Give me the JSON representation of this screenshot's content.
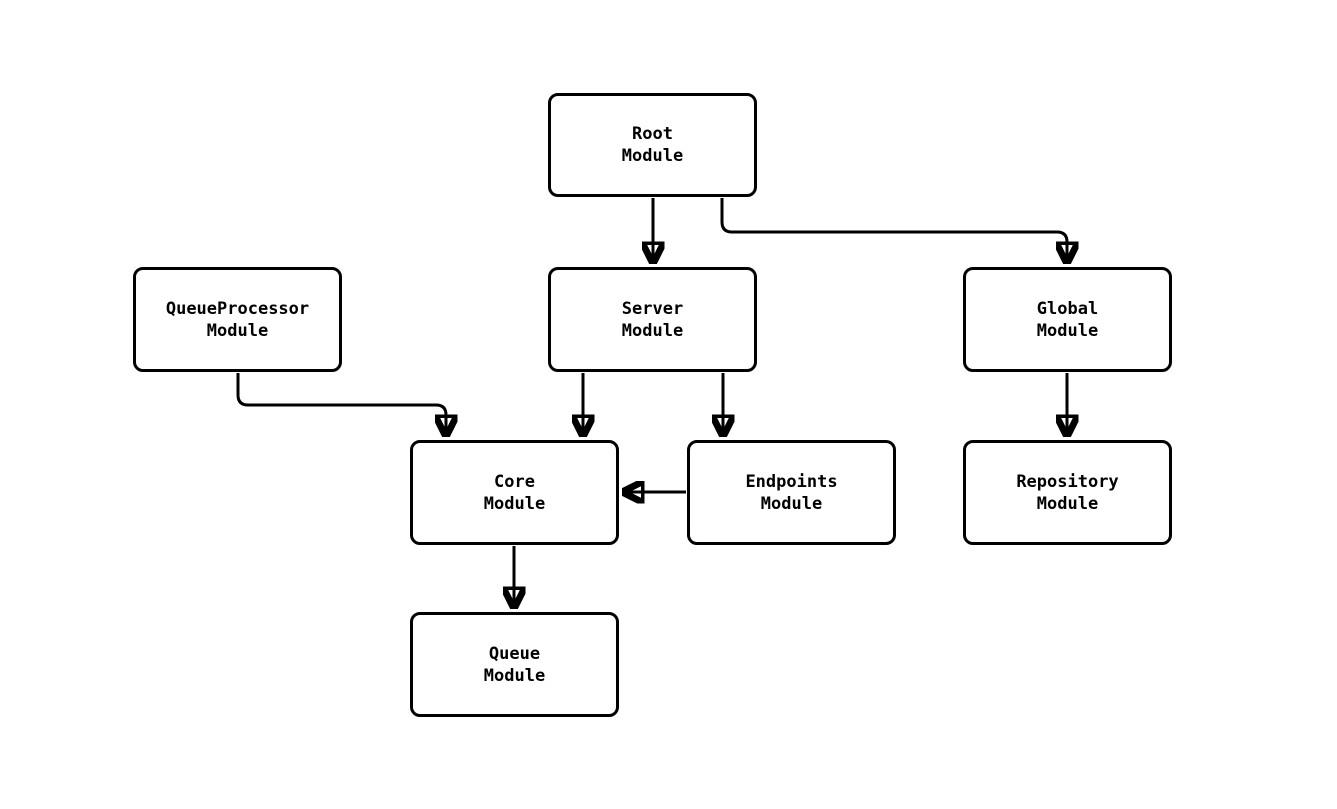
{
  "diagram": {
    "type": "flowchart",
    "colors": {
      "background": "#ffffff",
      "node_fill": "#ffffff",
      "node_border": "#000000",
      "edge_stroke": "#000000",
      "text": "#000000"
    },
    "nodes": [
      {
        "id": "root",
        "line1": "Root",
        "line2": "Module"
      },
      {
        "id": "queueprocessor",
        "line1": "QueueProcessor",
        "line2": "Module"
      },
      {
        "id": "server",
        "line1": "Server",
        "line2": "Module"
      },
      {
        "id": "global",
        "line1": "Global",
        "line2": "Module"
      },
      {
        "id": "core",
        "line1": "Core",
        "line2": "Module"
      },
      {
        "id": "endpoints",
        "line1": "Endpoints",
        "line2": "Module"
      },
      {
        "id": "repository",
        "line1": "Repository",
        "line2": "Module"
      },
      {
        "id": "queue",
        "line1": "Queue",
        "line2": "Module"
      }
    ],
    "edges": [
      {
        "from": "Root Module",
        "to": "Server Module"
      },
      {
        "from": "Root Module",
        "to": "Global Module"
      },
      {
        "from": "QueueProcessor Module",
        "to": "Core Module"
      },
      {
        "from": "Server Module",
        "to": "Core Module"
      },
      {
        "from": "Server Module",
        "to": "Endpoints Module"
      },
      {
        "from": "Endpoints Module",
        "to": "Core Module"
      },
      {
        "from": "Global Module",
        "to": "Repository Module"
      },
      {
        "from": "Core Module",
        "to": "Queue Module"
      }
    ]
  }
}
